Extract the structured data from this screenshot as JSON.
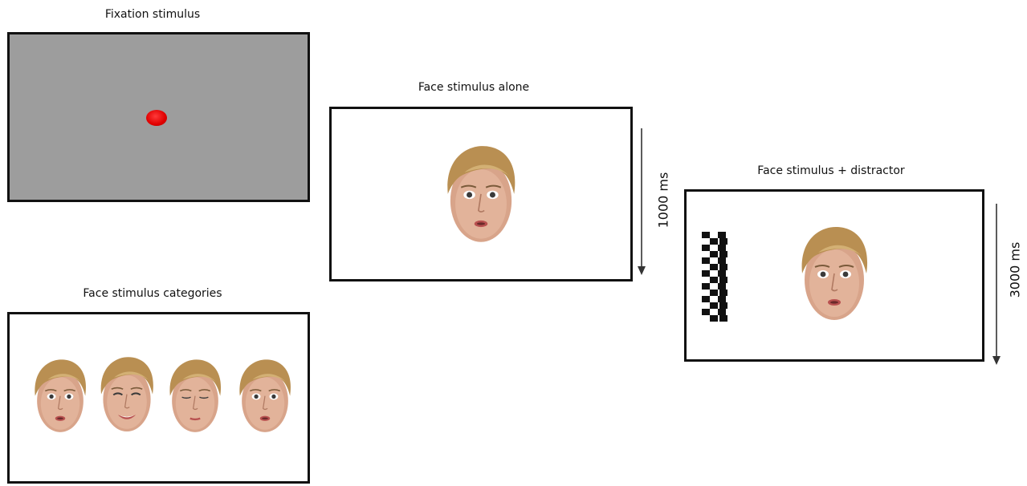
{
  "labels": {
    "fixation": "Fixation stimulus",
    "alone": "Face stimulus alone",
    "distractor": "Face stimulus + distractor",
    "categories": "Face stimulus categories"
  },
  "timing": {
    "alone": "1000 ms",
    "distractor": "3000 ms"
  },
  "colors": {
    "fixation_background": "#9d9d9d",
    "fixation_dot": "#e00000",
    "panel_border": "#111111"
  },
  "category_expressions": [
    "fearful",
    "happy",
    "eyes-closed",
    "neutral"
  ]
}
